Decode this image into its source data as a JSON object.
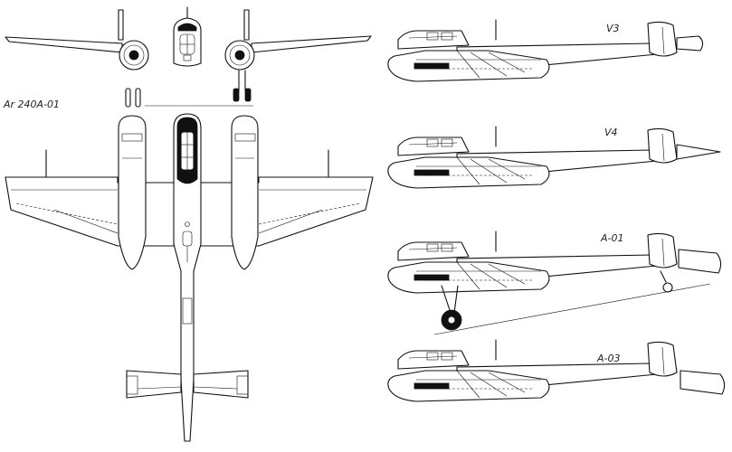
{
  "labels": {
    "plan_view": "Ar 240A-01",
    "profile_v3": "V3",
    "profile_v4": "V4",
    "profile_a01": "A-01",
    "profile_a03": "A-03"
  }
}
